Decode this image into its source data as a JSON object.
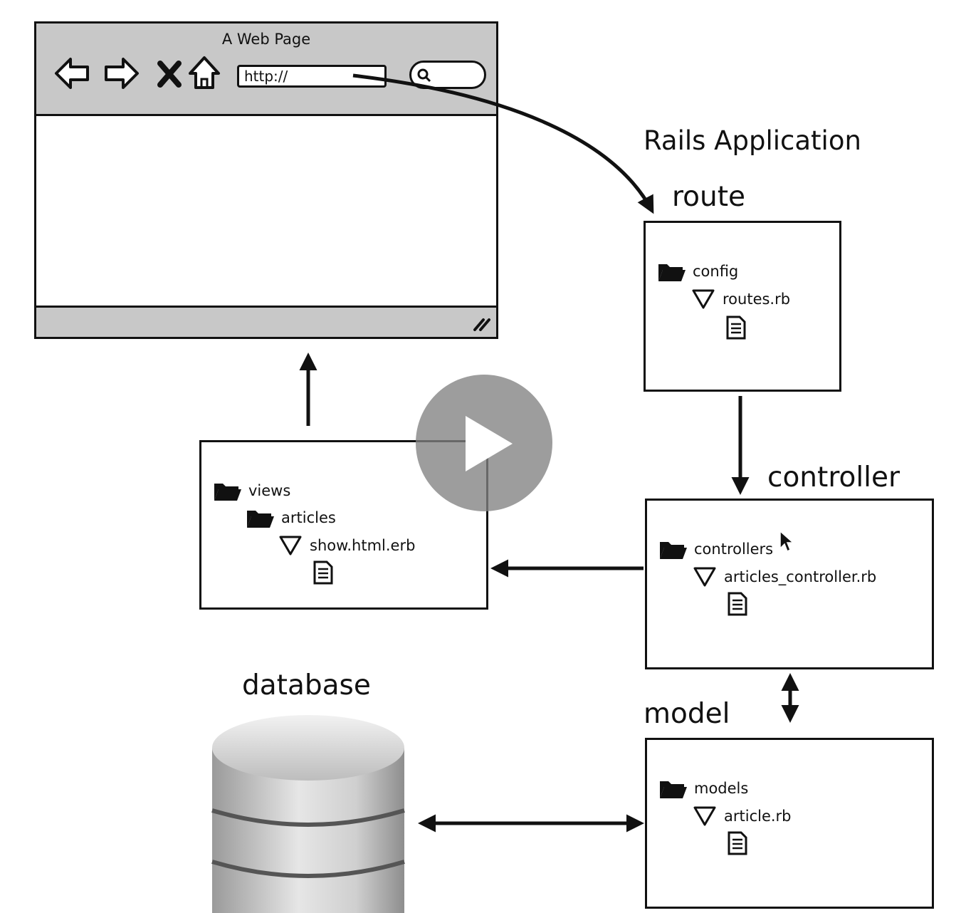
{
  "browser": {
    "title": "A Web Page",
    "url_value": "http://",
    "icons": [
      "back-arrow-icon",
      "forward-arrow-icon",
      "stop-icon",
      "home-icon",
      "search-icon",
      "resize-grip-icon"
    ]
  },
  "app_title": "Rails Application",
  "route": {
    "heading": "route",
    "folder": "config",
    "file": "routes.rb"
  },
  "controller": {
    "heading": "controller",
    "folder": "controllers",
    "file": "articles_controller.rb"
  },
  "views": {
    "folder": "views",
    "subfolder": "articles",
    "file": "show.html.erb"
  },
  "model": {
    "heading": "model",
    "folder": "models",
    "file": "article.rb"
  },
  "database": {
    "heading": "database"
  },
  "video": {
    "control": "play-icon"
  }
}
